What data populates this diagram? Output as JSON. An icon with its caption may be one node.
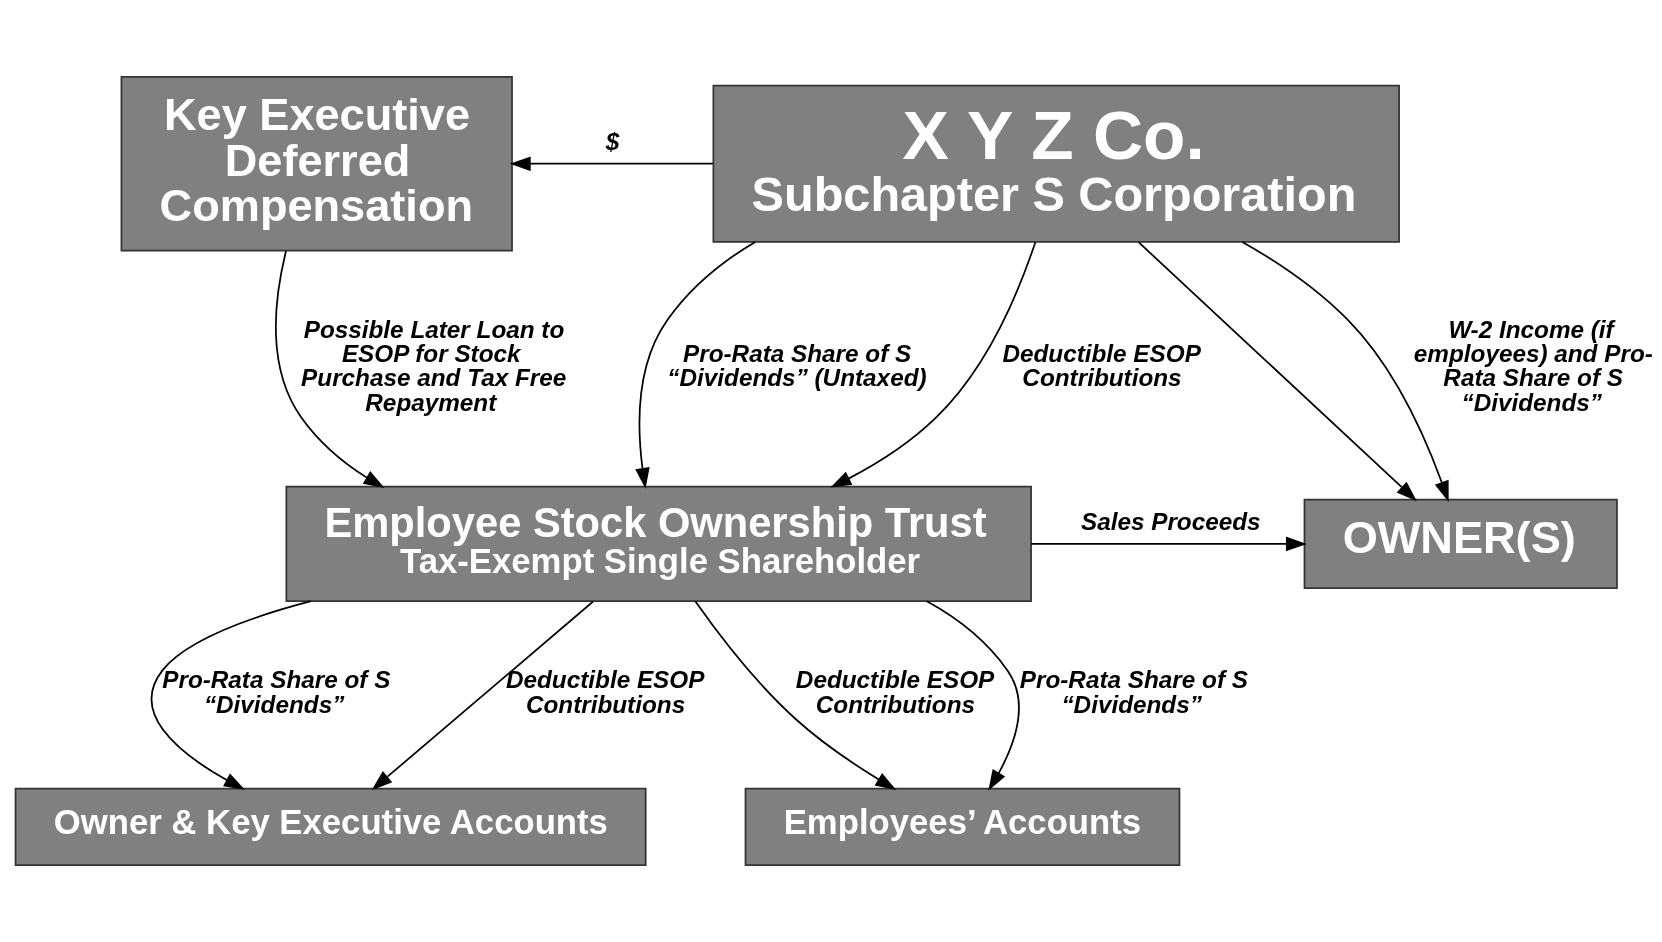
{
  "diagram": {
    "nodes": [
      {
        "text": [
          "Key Executive Deferred Compensation"
        ]
      },
      {
        "text": [
          "X Y Z Co.",
          "Subchapter S Corporation"
        ]
      },
      {
        "text": [
          "Employee Stock Ownership Trust",
          "Tax-Exempt Single Shareholder"
        ]
      },
      {
        "text": [
          "OWNER(S)"
        ]
      },
      {
        "text": [
          "Owner & Key Executive Accounts"
        ]
      },
      {
        "text": [
          "Employees’ Accounts"
        ]
      }
    ],
    "edges": [
      {
        "from": 1,
        "to": 0,
        "arrow": "to",
        "label": "$"
      },
      {
        "from": 0,
        "to": 2,
        "arrow": "to",
        "label": "Possible Later Loan to ESOP for Stock Purchase and Tax Free Repayment"
      },
      {
        "from": 1,
        "to": 2,
        "arrow": "to",
        "label": "Pro-Rata Share of S “Dividends” (Untaxed)"
      },
      {
        "from": 1,
        "to": 2,
        "arrow": "to",
        "label": "Deductible ESOP Contributions"
      },
      {
        "from": 1,
        "to": 3,
        "arrow": "to"
      },
      {
        "from": 1,
        "to": 3,
        "arrow": "to",
        "label": "W-2 Income (if employees) and Pro-Rata Share of S “Dividends”"
      },
      {
        "from": 2,
        "to": 3,
        "arrow": "to",
        "label": "Sales Proceeds"
      },
      {
        "from": 2,
        "to": 4,
        "arrow": "to",
        "label": "Pro-Rata Share of S “Dividends”"
      },
      {
        "from": 2,
        "to": 4,
        "arrow": "to",
        "label": "Deductible ESOP Contributions"
      },
      {
        "from": 2,
        "to": 5,
        "arrow": "to",
        "label": "Deductible ESOP Contributions"
      },
      {
        "from": 2,
        "to": 5,
        "arrow": "to",
        "label": "Pro-Rata Share of S “Dividends”"
      }
    ]
  }
}
